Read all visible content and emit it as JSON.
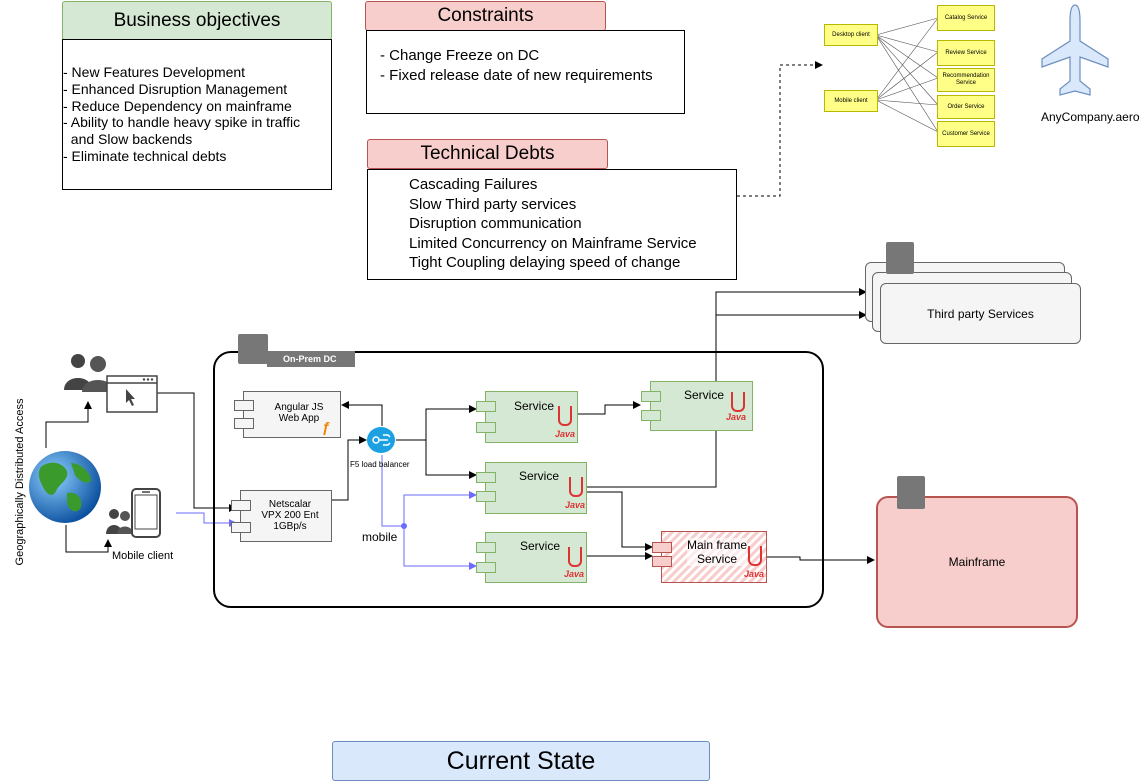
{
  "business_objectives": {
    "title": "Business objectives",
    "items": [
      "- New Features Development",
      "- Enhanced Disruption Management",
      "- Reduce Dependency on mainframe",
      "- Ability to handle heavy spike in traffic",
      "  and Slow backends",
      "- Eliminate technical debts"
    ]
  },
  "constraints": {
    "title": "Constraints",
    "items": [
      "- Change Freeze on DC",
      "- Fixed release date of new requirements"
    ]
  },
  "technical_debts": {
    "title": "Technical Debts",
    "items": [
      "Cascading Failures",
      "Slow Third party services",
      "Disruption communication",
      "Limited Concurrency on Mainframe Service",
      "Tight Coupling delaying speed of change"
    ]
  },
  "mini_diagram": {
    "clients": [
      "Desktop client",
      "Mobile client"
    ],
    "services": [
      "Catalog Service",
      "Review Service",
      "Recommendation Service",
      "Order Service",
      "Customer Service"
    ]
  },
  "brand": {
    "label": "AnyCompany.aero"
  },
  "access": {
    "label": "Geographically Distributed Access",
    "mobile_client": "Mobile client"
  },
  "onprem": {
    "label": "On-Prem DC"
  },
  "components": {
    "angular": "Angular JS Web App",
    "netscalar_1": "Netscalar",
    "netscalar_2": "VPX 200 Ent",
    "netscalar_3": "1GBp/s",
    "lb": "F5 load balancer",
    "mobile": "mobile",
    "service1": "Service",
    "service2": "Service",
    "service3": "Service",
    "service4": "Service",
    "java": "Java",
    "mainframe_service_1": "Main frame",
    "mainframe_service_2": "Service"
  },
  "third_party": {
    "label": "Third party Services"
  },
  "mainframe": {
    "label": "Mainframe"
  },
  "footer": {
    "title": "Current State"
  },
  "colors": {
    "green": "#d5e8d4",
    "red": "#f8cecc",
    "blue": "#dae8fc",
    "link_blue": "#6b6bff",
    "lb_blue": "#1ba1e2"
  }
}
